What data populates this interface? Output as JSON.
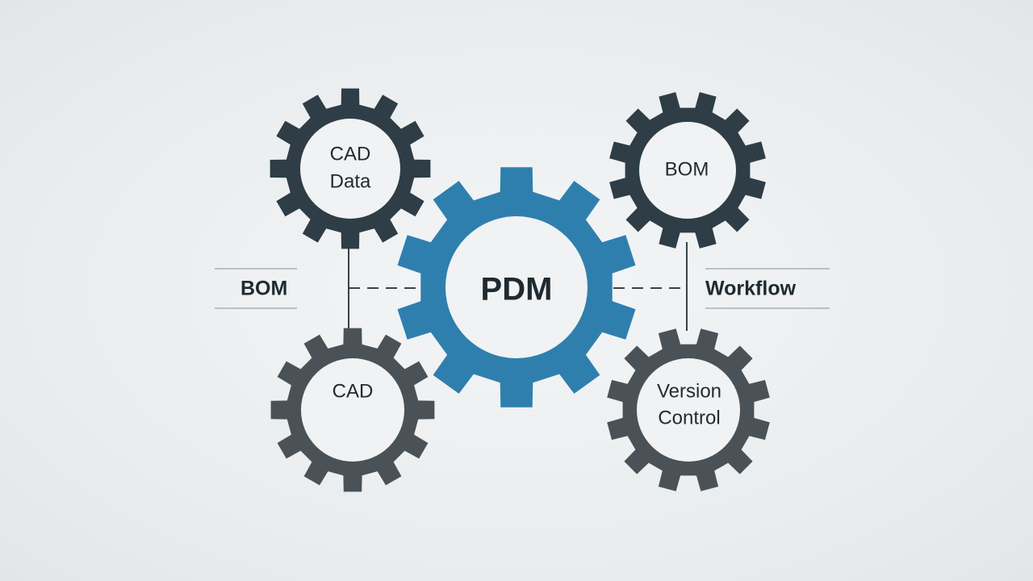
{
  "colors": {
    "background": "#eceff1",
    "center_gear": "#2f7fae",
    "top_gears": "#2e3d46",
    "bottom_gears": "#4a5257",
    "inner_fill": "#f0f2f3",
    "text_dark": "#1f2a30",
    "connector": "#3a4348",
    "label_rule": "#a9afb3"
  },
  "center": {
    "label": "PDM"
  },
  "gears": {
    "top_left": {
      "line1": "CAD",
      "line2": "Data"
    },
    "top_right": {
      "line1": "BOM"
    },
    "bottom_left": {
      "line1": "CAD"
    },
    "bottom_right": {
      "line1": "Version",
      "line2": "Control"
    }
  },
  "side_labels": {
    "left": "BOM",
    "right": "Workflow"
  }
}
